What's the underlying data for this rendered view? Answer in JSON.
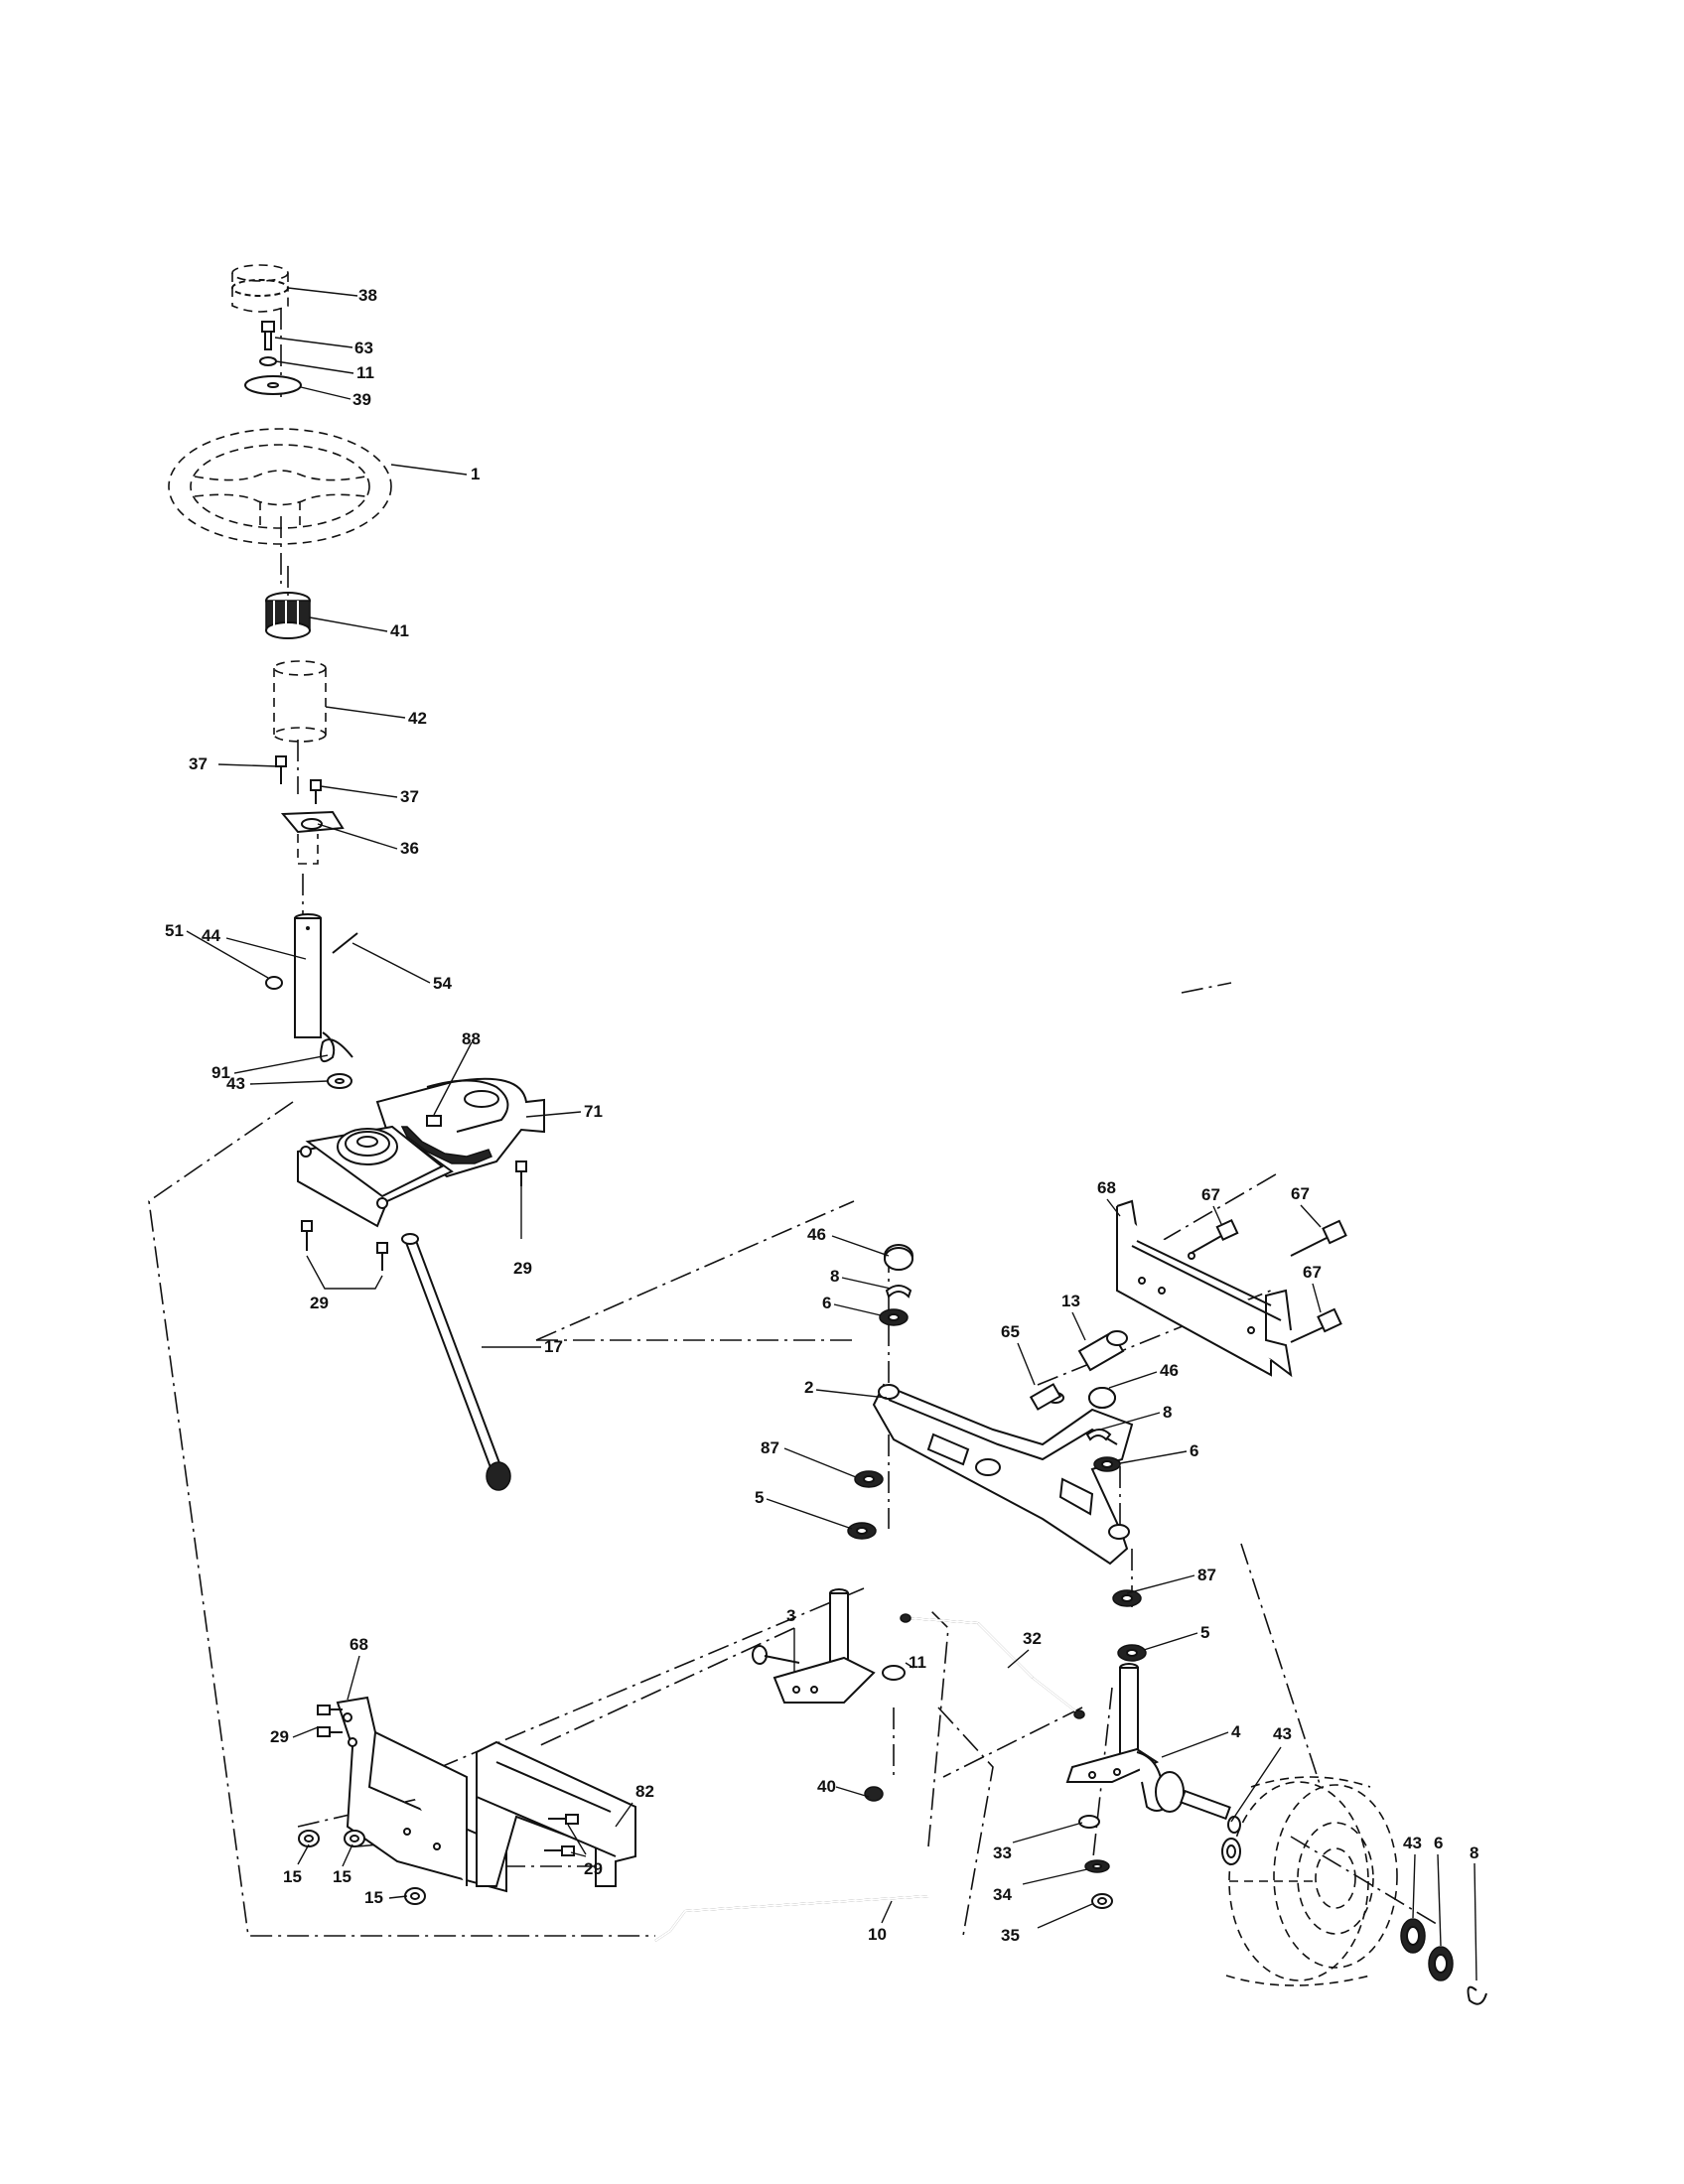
{
  "diagram": {
    "callouts": [
      "38",
      "63",
      "11",
      "39",
      "1",
      "41",
      "42",
      "37",
      "37",
      "36",
      "44",
      "54",
      "51",
      "91",
      "88",
      "43",
      "71",
      "29",
      "29",
      "17",
      "68",
      "67",
      "67",
      "67",
      "46",
      "8",
      "6",
      "13",
      "65",
      "46",
      "8",
      "6",
      "2",
      "87",
      "5",
      "87",
      "5",
      "3",
      "32",
      "11",
      "4",
      "43",
      "68",
      "29",
      "82",
      "40",
      "15",
      "15",
      "15",
      "29",
      "33",
      "34",
      "35",
      "10",
      "43",
      "6",
      "8"
    ]
  }
}
